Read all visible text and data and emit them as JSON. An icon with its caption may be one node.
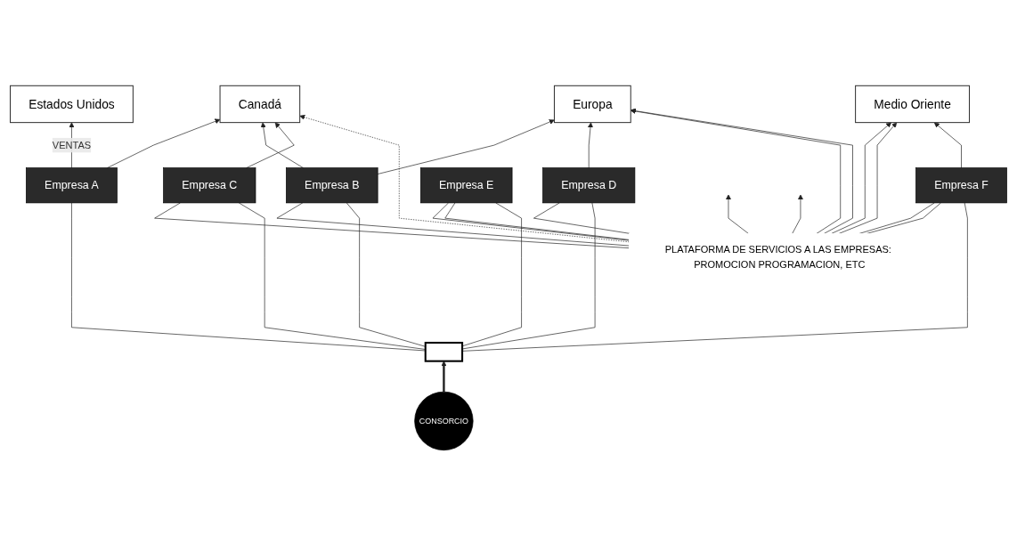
{
  "diagram": {
    "nodes": [
      {
        "text": [
          "Estados Unidos"
        ]
      },
      {
        "text": [
          "Canadá"
        ]
      },
      {
        "text": [
          "Europa"
        ]
      },
      {
        "text": [
          "Medio Oriente"
        ]
      },
      {
        "text": [
          "CONSORCIO"
        ]
      },
      {
        "text": [
          "PLATAFORMA DE SERVICIOS A LAS EMPRESAS: PROMOCION PROGRAMACION, ETC"
        ]
      },
      {
        "text": [],
        "shape": "bar"
      },
      {
        "text": [
          "Empresa A"
        ]
      },
      {
        "text": [
          "Empresa B"
        ]
      },
      {
        "text": [
          "Empresa C"
        ]
      },
      {
        "text": [
          "Empresa D"
        ]
      },
      {
        "text": [
          "Empresa E"
        ]
      },
      {
        "text": [
          "Empresa F"
        ]
      }
    ],
    "edges": [
      {
        "from": 7,
        "to": 0,
        "arrow": "to",
        "label": "VENTAS"
      },
      {
        "from": 7,
        "to": 1,
        "arrow": "to"
      },
      {
        "from": 8,
        "to": 1,
        "arrow": "to"
      },
      {
        "from": 9,
        "to": 1,
        "arrow": "to"
      },
      {
        "from": 8,
        "to": 2,
        "arrow": "to"
      },
      {
        "from": 5,
        "to": 1,
        "arrow": "to",
        "style": "dashed"
      },
      {
        "from": 5,
        "to": 8,
        "arrow": "none"
      },
      {
        "from": 5,
        "to": 9,
        "arrow": "none"
      },
      {
        "from": 10,
        "to": 2,
        "arrow": "to"
      },
      {
        "from": 5,
        "to": 2,
        "arrow": "to"
      },
      {
        "from": 5,
        "to": 2,
        "arrow": "to"
      },
      {
        "from": 5,
        "to": 3,
        "arrow": "to"
      },
      {
        "from": 5,
        "to": 3,
        "arrow": "to"
      },
      {
        "from": 12,
        "to": 3,
        "arrow": "to"
      },
      {
        "from": 5,
        "to": null,
        "arrow": "to"
      },
      {
        "from": 5,
        "to": null,
        "arrow": "to"
      },
      {
        "from": 5,
        "to": 10,
        "arrow": "none"
      },
      {
        "from": 5,
        "to": 11,
        "arrow": "none"
      },
      {
        "from": 5,
        "to": 11,
        "arrow": "none"
      },
      {
        "from": 5,
        "to": 12,
        "arrow": "none"
      },
      {
        "from": 5,
        "to": 12,
        "arrow": "none"
      },
      {
        "from": 4,
        "to": 6,
        "arrow": "to",
        "style": "thick"
      },
      {
        "from": 6,
        "to": 7,
        "arrow": "none"
      },
      {
        "from": 6,
        "to": 8,
        "arrow": "none"
      },
      {
        "from": 6,
        "to": 9,
        "arrow": "none"
      },
      {
        "from": 6,
        "to": 10,
        "arrow": "none"
      },
      {
        "from": 6,
        "to": 11,
        "arrow": "none"
      },
      {
        "from": 6,
        "to": 12,
        "arrow": "none"
      }
    ]
  }
}
